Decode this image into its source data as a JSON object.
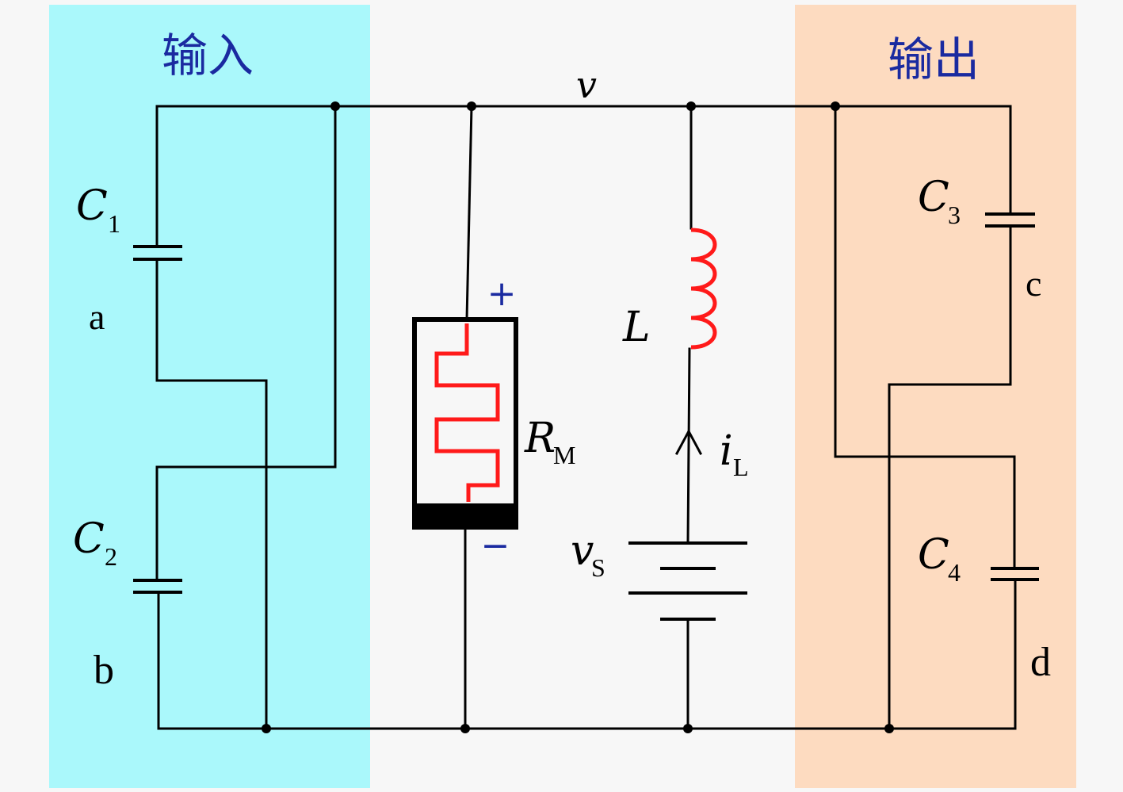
{
  "regions": {
    "input": {
      "label": "输入",
      "color": "#aaf8fb"
    },
    "output": {
      "label": "输出",
      "color": "#fddbc0"
    }
  },
  "colors": {
    "wire": "#000000",
    "memristor_trace": "#ff1a1a",
    "inductor": "#ff1a1a",
    "region_label": "#1a2aa0",
    "polarity": "#1a2aa0"
  },
  "nodes": {
    "top_voltage": {
      "symbol": "v"
    }
  },
  "components": {
    "C1": {
      "symbol": "C",
      "subscript": "1",
      "type": "capacitor"
    },
    "C2": {
      "symbol": "C",
      "subscript": "2",
      "type": "capacitor"
    },
    "C3": {
      "symbol": "C",
      "subscript": "3",
      "type": "capacitor"
    },
    "C4": {
      "symbol": "C",
      "subscript": "4",
      "type": "capacitor"
    },
    "RM": {
      "symbol": "R",
      "subscript": "M",
      "type": "memristor",
      "plus": "+",
      "minus": "−"
    },
    "L": {
      "symbol": "L",
      "type": "inductor"
    },
    "iL": {
      "symbol": "i",
      "subscript": "L",
      "type": "current-arrow",
      "direction": "up"
    },
    "vS": {
      "symbol": "v",
      "subscript": "S",
      "type": "battery"
    }
  },
  "terminals": {
    "a": "a",
    "b": "b",
    "c": "c",
    "d": "d"
  }
}
